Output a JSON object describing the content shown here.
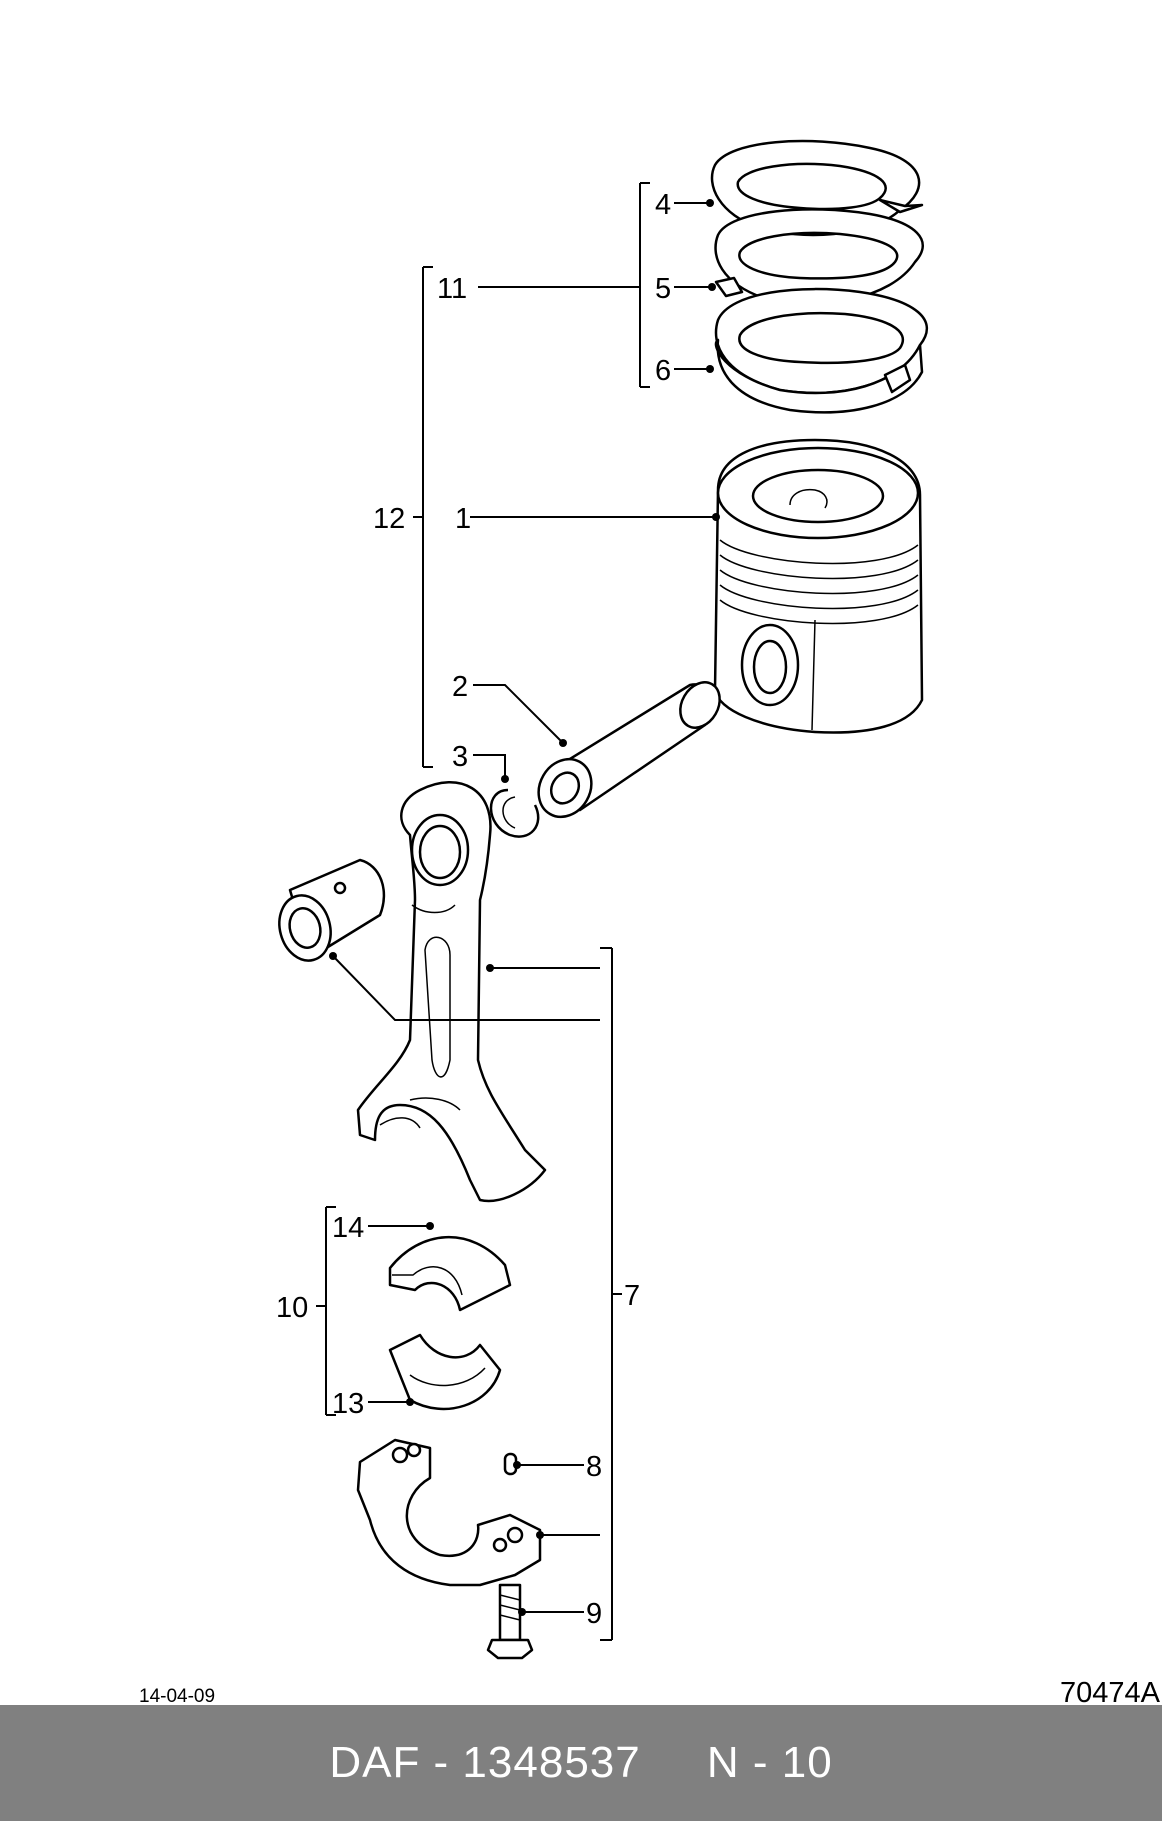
{
  "date": "14-04-09",
  "drawing_number": "70474A",
  "footer": {
    "text": "DAF - 1348537     N - 10"
  },
  "callouts": {
    "c1": "1",
    "c2": "2",
    "c3": "3",
    "c4": "4",
    "c5": "5",
    "c6": "6",
    "c7": "7",
    "c8": "8",
    "c9": "9",
    "c10": "10",
    "c11": "11",
    "c12": "12",
    "c13": "13",
    "c14": "14"
  }
}
